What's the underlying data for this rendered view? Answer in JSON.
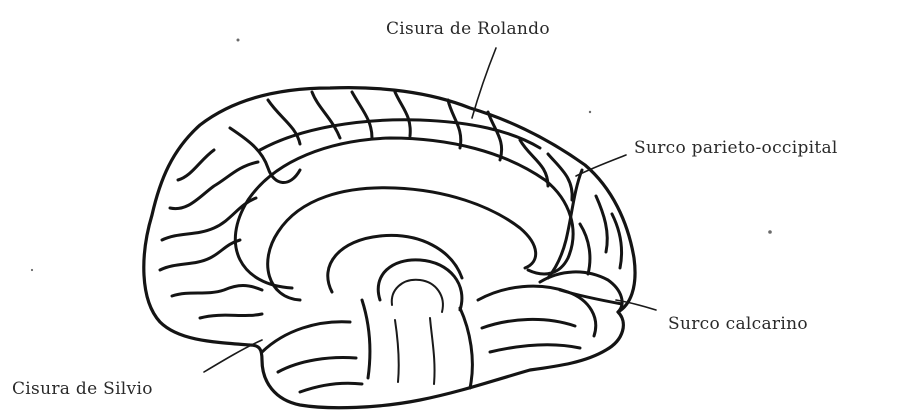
{
  "labels": {
    "rolando": "Cisura de Rolando",
    "parieto_occipital": "Surco parieto-occipital",
    "calcarino": "Surco calcarino",
    "silvio": "Cisura de Silvio"
  }
}
